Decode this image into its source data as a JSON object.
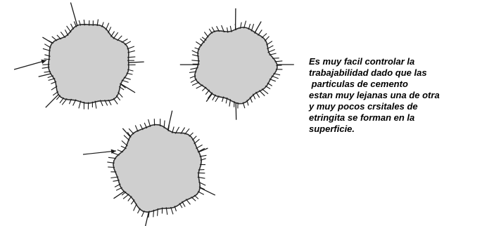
{
  "diagram": {
    "particle_fill": "#cfcfcf",
    "particle_outline": "#2b2b2b",
    "hair_color": "#1a1a1a",
    "particles": [
      {
        "name": "cement-particle-1",
        "crystal_count": 60,
        "needle_count": 6
      },
      {
        "name": "cement-particle-2",
        "crystal_count": 60,
        "needle_count": 6
      },
      {
        "name": "cement-particle-3",
        "crystal_count": 60,
        "needle_count": 6
      }
    ]
  },
  "caption": {
    "lines": [
      "Es muy facil controlar la",
      "trabajabilidad dado que las",
      " particulas de cemento",
      "estan muy lejanas una de otra",
      "y muy pocos crsitales de",
      "etringita se forman en la",
      "superficie."
    ]
  }
}
